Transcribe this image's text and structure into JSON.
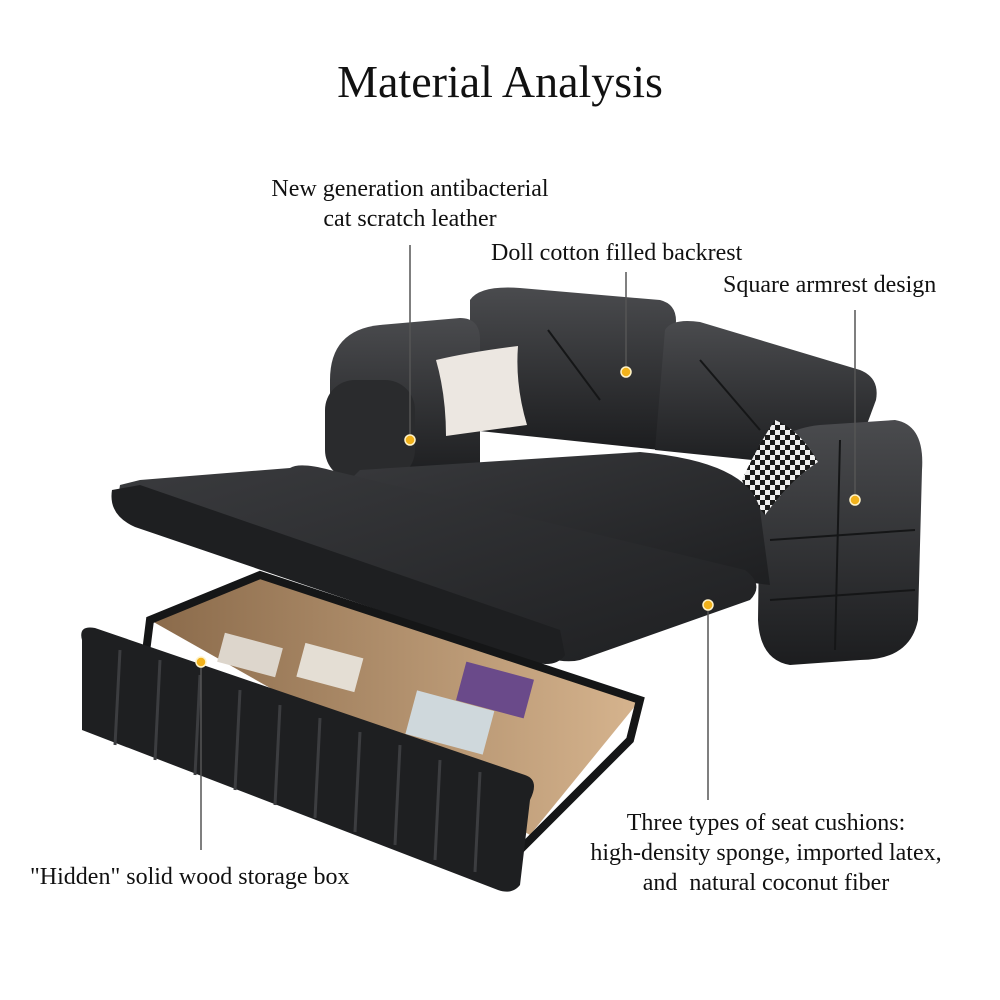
{
  "title": "Material Analysis",
  "callouts": {
    "leather": [
      "New generation antibacterial",
      "cat scratch leather"
    ],
    "backrest": [
      "Doll cotton filled backrest"
    ],
    "armrest": [
      "Square armrest design"
    ],
    "cushions": [
      "Three types of seat cushions:",
      "high-density sponge, imported latex,",
      "and  natural coconut fiber"
    ],
    "storage": [
      "\"Hidden\" solid wood storage box"
    ]
  },
  "colors": {
    "leather": "#2a2b2d",
    "leather_highlight": "#4a4b4e",
    "leather_dark": "#151617",
    "wood": "#c9a27a",
    "marker": "#f2b21b",
    "leader_line": "#555555",
    "pillow_cream": "#ece7e1"
  }
}
